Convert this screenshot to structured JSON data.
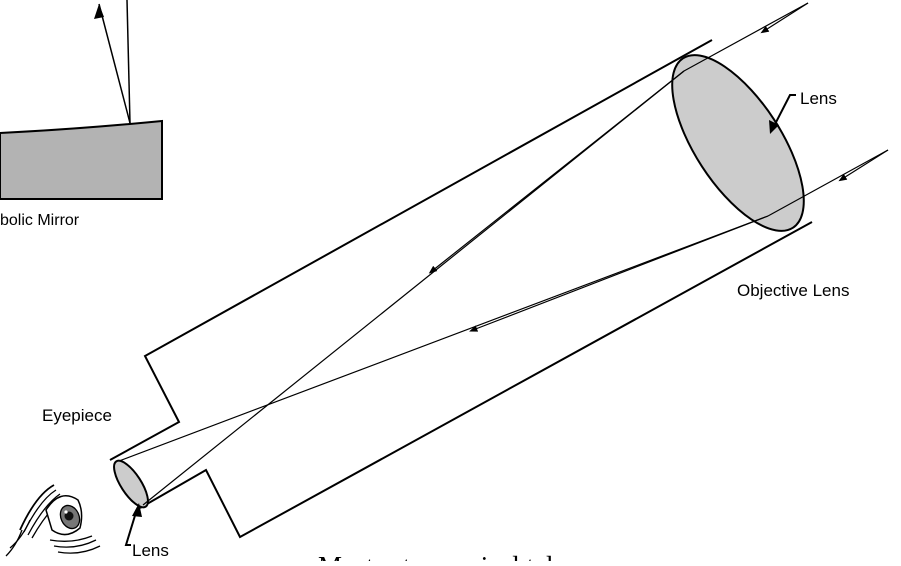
{
  "labels": {
    "mirror_caption": "bolic Mirror",
    "lens_top": "Lens",
    "objective_lens": "Objective Lens",
    "eyepiece": "Eyepiece",
    "lens_bottom": "Lens",
    "caption": "Most astronomical telescopes are"
  },
  "colors": {
    "line": "#000000",
    "lens_fill": "#cccccc",
    "mirror_fill": "#b3b3b3",
    "background": "#ffffff"
  },
  "icons": {
    "observer": "eye-icon"
  }
}
